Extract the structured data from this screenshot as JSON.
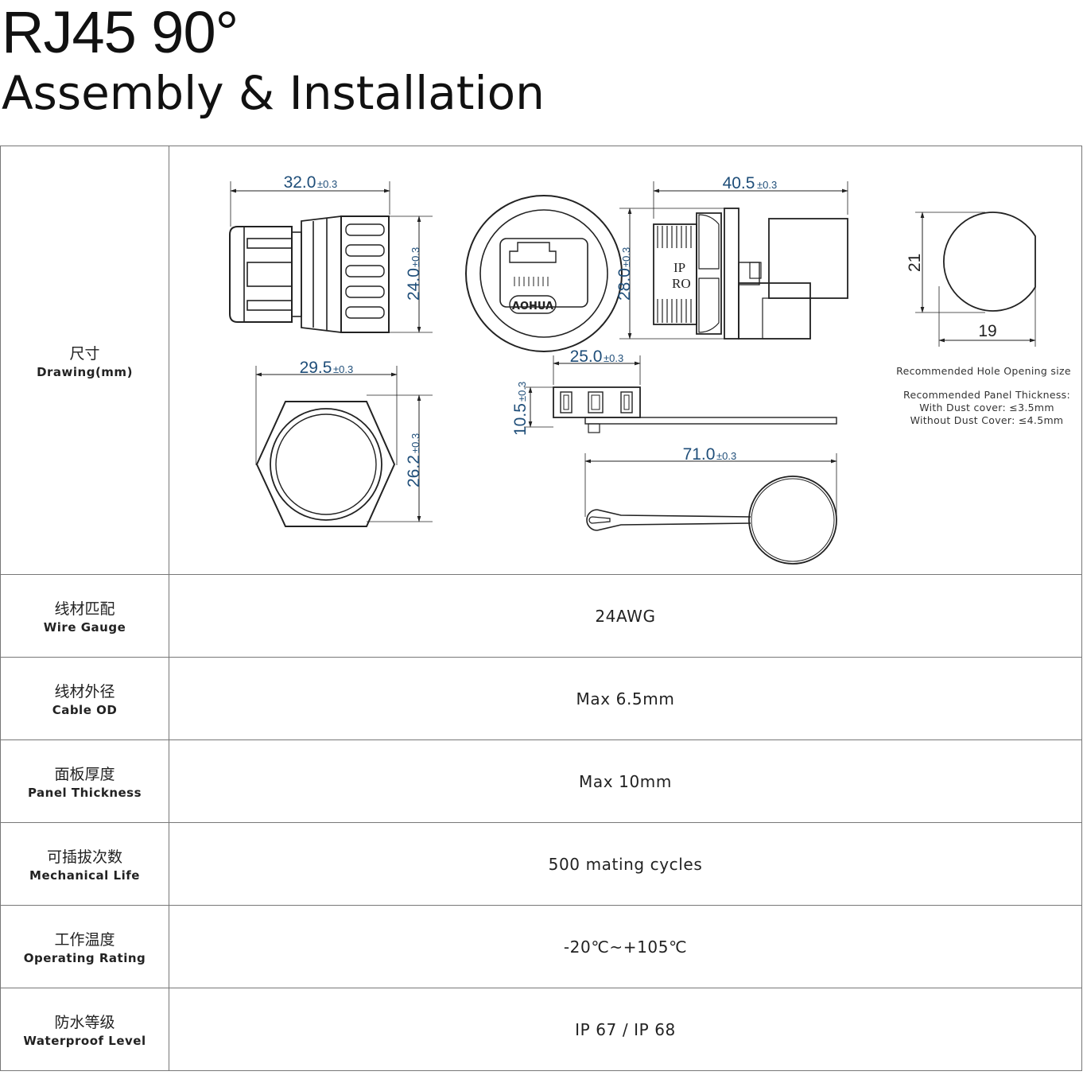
{
  "header": {
    "title": "RJ45 90°",
    "subtitle": "Assembly & Installation"
  },
  "drawing_row": {
    "label_zh": "尺寸",
    "label_en": "Drawing(mm)",
    "dimensions": {
      "d1": "32.0",
      "d1_tol": "±0.3",
      "d2": "24.0",
      "d2_tol": "±0.3",
      "d3": "40.5",
      "d3_tol": "±0.3",
      "d4": "28.0",
      "d4_tol": "±0.3",
      "d5": "29.5",
      "d5_tol": "±0.3",
      "d6": "26.2",
      "d6_tol": "±0.3",
      "d7": "25.0",
      "d7_tol": "±0.3",
      "d8": "10.5",
      "d8_tol": "±0.3",
      "d9": "71.0",
      "d9_tol": "±0.3",
      "hole_h": "21",
      "hole_w": "19"
    },
    "brand_mark": "AOHUA",
    "side_mark_1": "IP",
    "side_mark_2": "RO",
    "notes": {
      "hole": "Recommended Hole Opening size",
      "panel_title": "Recommended Panel Thickness:",
      "with_cover": "With Dust cover: ≤3.5mm",
      "without_cover": "Without Dust Cover: ≤4.5mm"
    }
  },
  "specs": [
    {
      "label_zh": "线材匹配",
      "label_en": "Wire Gauge",
      "value": "24AWG"
    },
    {
      "label_zh": "线材外径",
      "label_en": "Cable OD",
      "value": "Max 6.5mm"
    },
    {
      "label_zh": "面板厚度",
      "label_en": "Panel Thickness",
      "value": "Max 10mm"
    },
    {
      "label_zh": "可插拔次数",
      "label_en": "Mechanical Life",
      "value": "500 mating cycles"
    },
    {
      "label_zh": "工作温度",
      "label_en": "Operating Rating",
      "value": "-20℃~+105℃"
    },
    {
      "label_zh": "防水等级",
      "label_en": "Waterproof Level",
      "value": "IP 67 / IP 68"
    }
  ],
  "colors": {
    "dimension_text": "#1f4e79",
    "border": "#777777"
  }
}
